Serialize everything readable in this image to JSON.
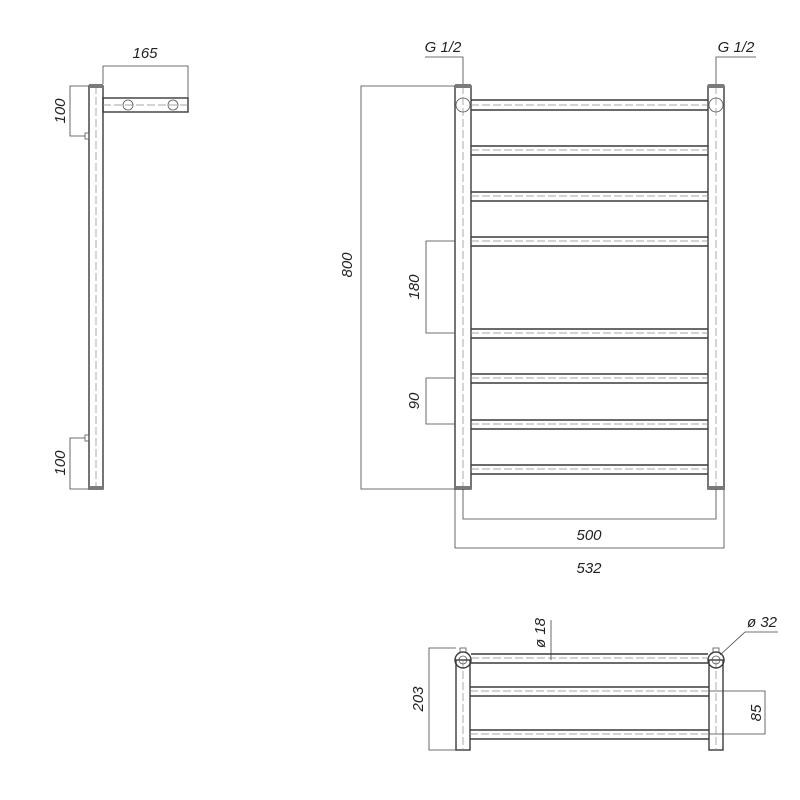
{
  "drawing": {
    "title": "Heated towel rail technical drawing",
    "views": [
      "side-view",
      "front-view",
      "top-view"
    ],
    "colors": {
      "line": "#3a3a3a",
      "dim": "#444444",
      "background": "#ffffff"
    }
  },
  "side_view": {
    "depth_label": "165",
    "top_mount_label": "100",
    "bottom_mount_label": "100"
  },
  "front_view": {
    "left_connection_label": "G 1/2",
    "right_connection_label": "G 1/2",
    "height_label": "800",
    "rung_gap_large_label": "180",
    "rung_gap_small_label": "90",
    "center_width_label": "500",
    "overall_width_label": "532",
    "rung_count": 8
  },
  "top_view": {
    "rung_diameter_label": "ø 18",
    "post_diameter_label": "ø 32",
    "depth_label": "203",
    "rung_gap_label": "85"
  }
}
